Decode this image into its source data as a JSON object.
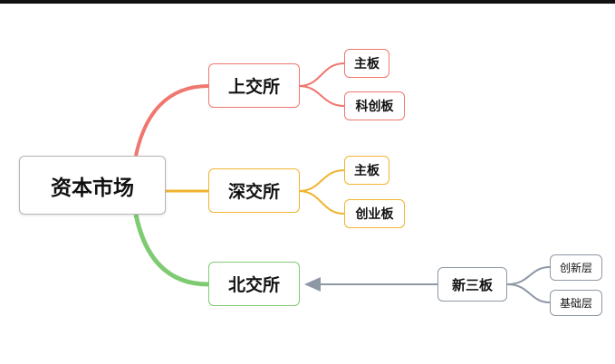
{
  "mindmap": {
    "root": "资本市场",
    "branches": [
      {
        "label": "上交所",
        "color": "#f0776f",
        "children": [
          "主板",
          "科创板"
        ]
      },
      {
        "label": "深交所",
        "color": "#f0b430",
        "children": [
          "主板",
          "创业板"
        ]
      },
      {
        "label": "北交所",
        "color": "#7fcb72",
        "children": []
      }
    ],
    "feeder": {
      "label": "新三板",
      "color": "#8e98a5",
      "arrow_to": "北交所",
      "children": [
        "创新层",
        "基础层"
      ]
    }
  }
}
